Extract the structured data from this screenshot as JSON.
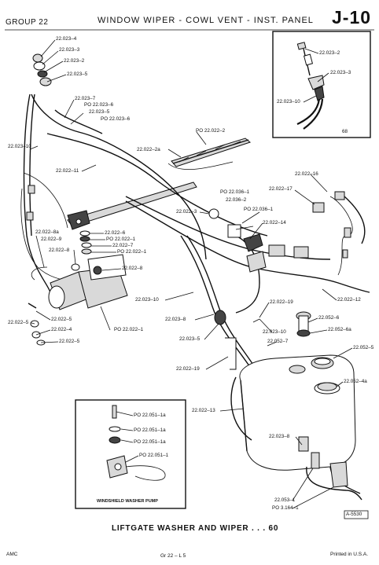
{
  "header": {
    "group": "GROUP 22",
    "title": "WINDOW WIPER - COWL VENT - INST. PANEL",
    "sheet": "J-10"
  },
  "caption": "LIFTGATE WASHER AND WIPER . . . 60",
  "inset_top": {
    "labels": [
      "22.023–2",
      "22.023–3",
      "22.023–10",
      "68"
    ]
  },
  "inset_pump": {
    "caption": "WINDSHIELD WASHER PUMP",
    "labels": [
      "PO 22.051–1a",
      "PO 22.051–1a",
      "PO 22.051–1a",
      "PO 22.051–1"
    ]
  },
  "labels": [
    "22.023–4",
    "22.023–3",
    "22.023–2",
    "22.023–5",
    "22.023–7",
    "PO 22.023–6",
    "22.023–5",
    "PO 22.023–6",
    "22.023–10",
    "PO 22.022–2",
    "22.022–2a",
    "22.022–11",
    "22.022–16",
    "22.022–17",
    "PO 22.036–1",
    "22.036–2",
    "22.022–3",
    "PO 22.036–1",
    "22.022–14",
    "22.022–8a",
    "22.022–9",
    "22.022–8",
    "22.022–6",
    "PO 22.022–1",
    "22.022–7",
    "PO 22.022–1",
    "22.022–8",
    "22.023–10",
    "22.022–12",
    "22.022–5",
    "22.022–5",
    "22.022–4",
    "22.022–5",
    "PO 22.022–1",
    "22.023–8",
    "22.022–19",
    "22.052–6",
    "22.052–6a",
    "22.023–5",
    "22.023–10",
    "22.052–7",
    "22.052–5",
    "22.022–19",
    "22.052–4a",
    "22.022–13",
    "22.023–8",
    "22.053–1",
    "PO 3.164–1"
  ],
  "figure_code": "A-5530",
  "footer": {
    "left": "AMC",
    "center": "Gr 22 – L 5",
    "right": "Printed in U.S.A."
  }
}
